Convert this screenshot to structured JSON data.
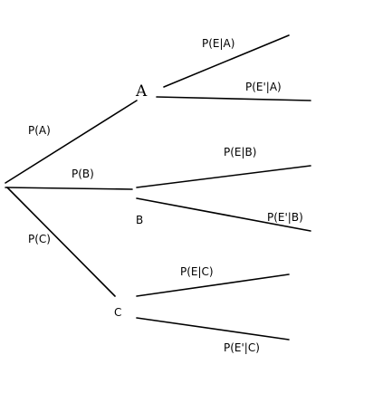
{
  "diagram": {
    "nodes": {
      "a": "A",
      "b": "B",
      "c": "C"
    },
    "first_level": {
      "p_a": "P(A)",
      "p_b": "P(B)",
      "p_c": "P(C)"
    },
    "second_level": {
      "p_e_given_a": "P(E|A)",
      "p_e_prime_given_a": "P(E'|A)",
      "p_e_given_b": "P(E|B)",
      "p_e_prime_given_b": "P(E'|B)",
      "p_e_given_c": "P(E|C)",
      "p_e_prime_given_c": "P(E'|C)"
    },
    "colors": {
      "line": "#000000",
      "text": "#000000",
      "background": "#ffffff"
    }
  }
}
